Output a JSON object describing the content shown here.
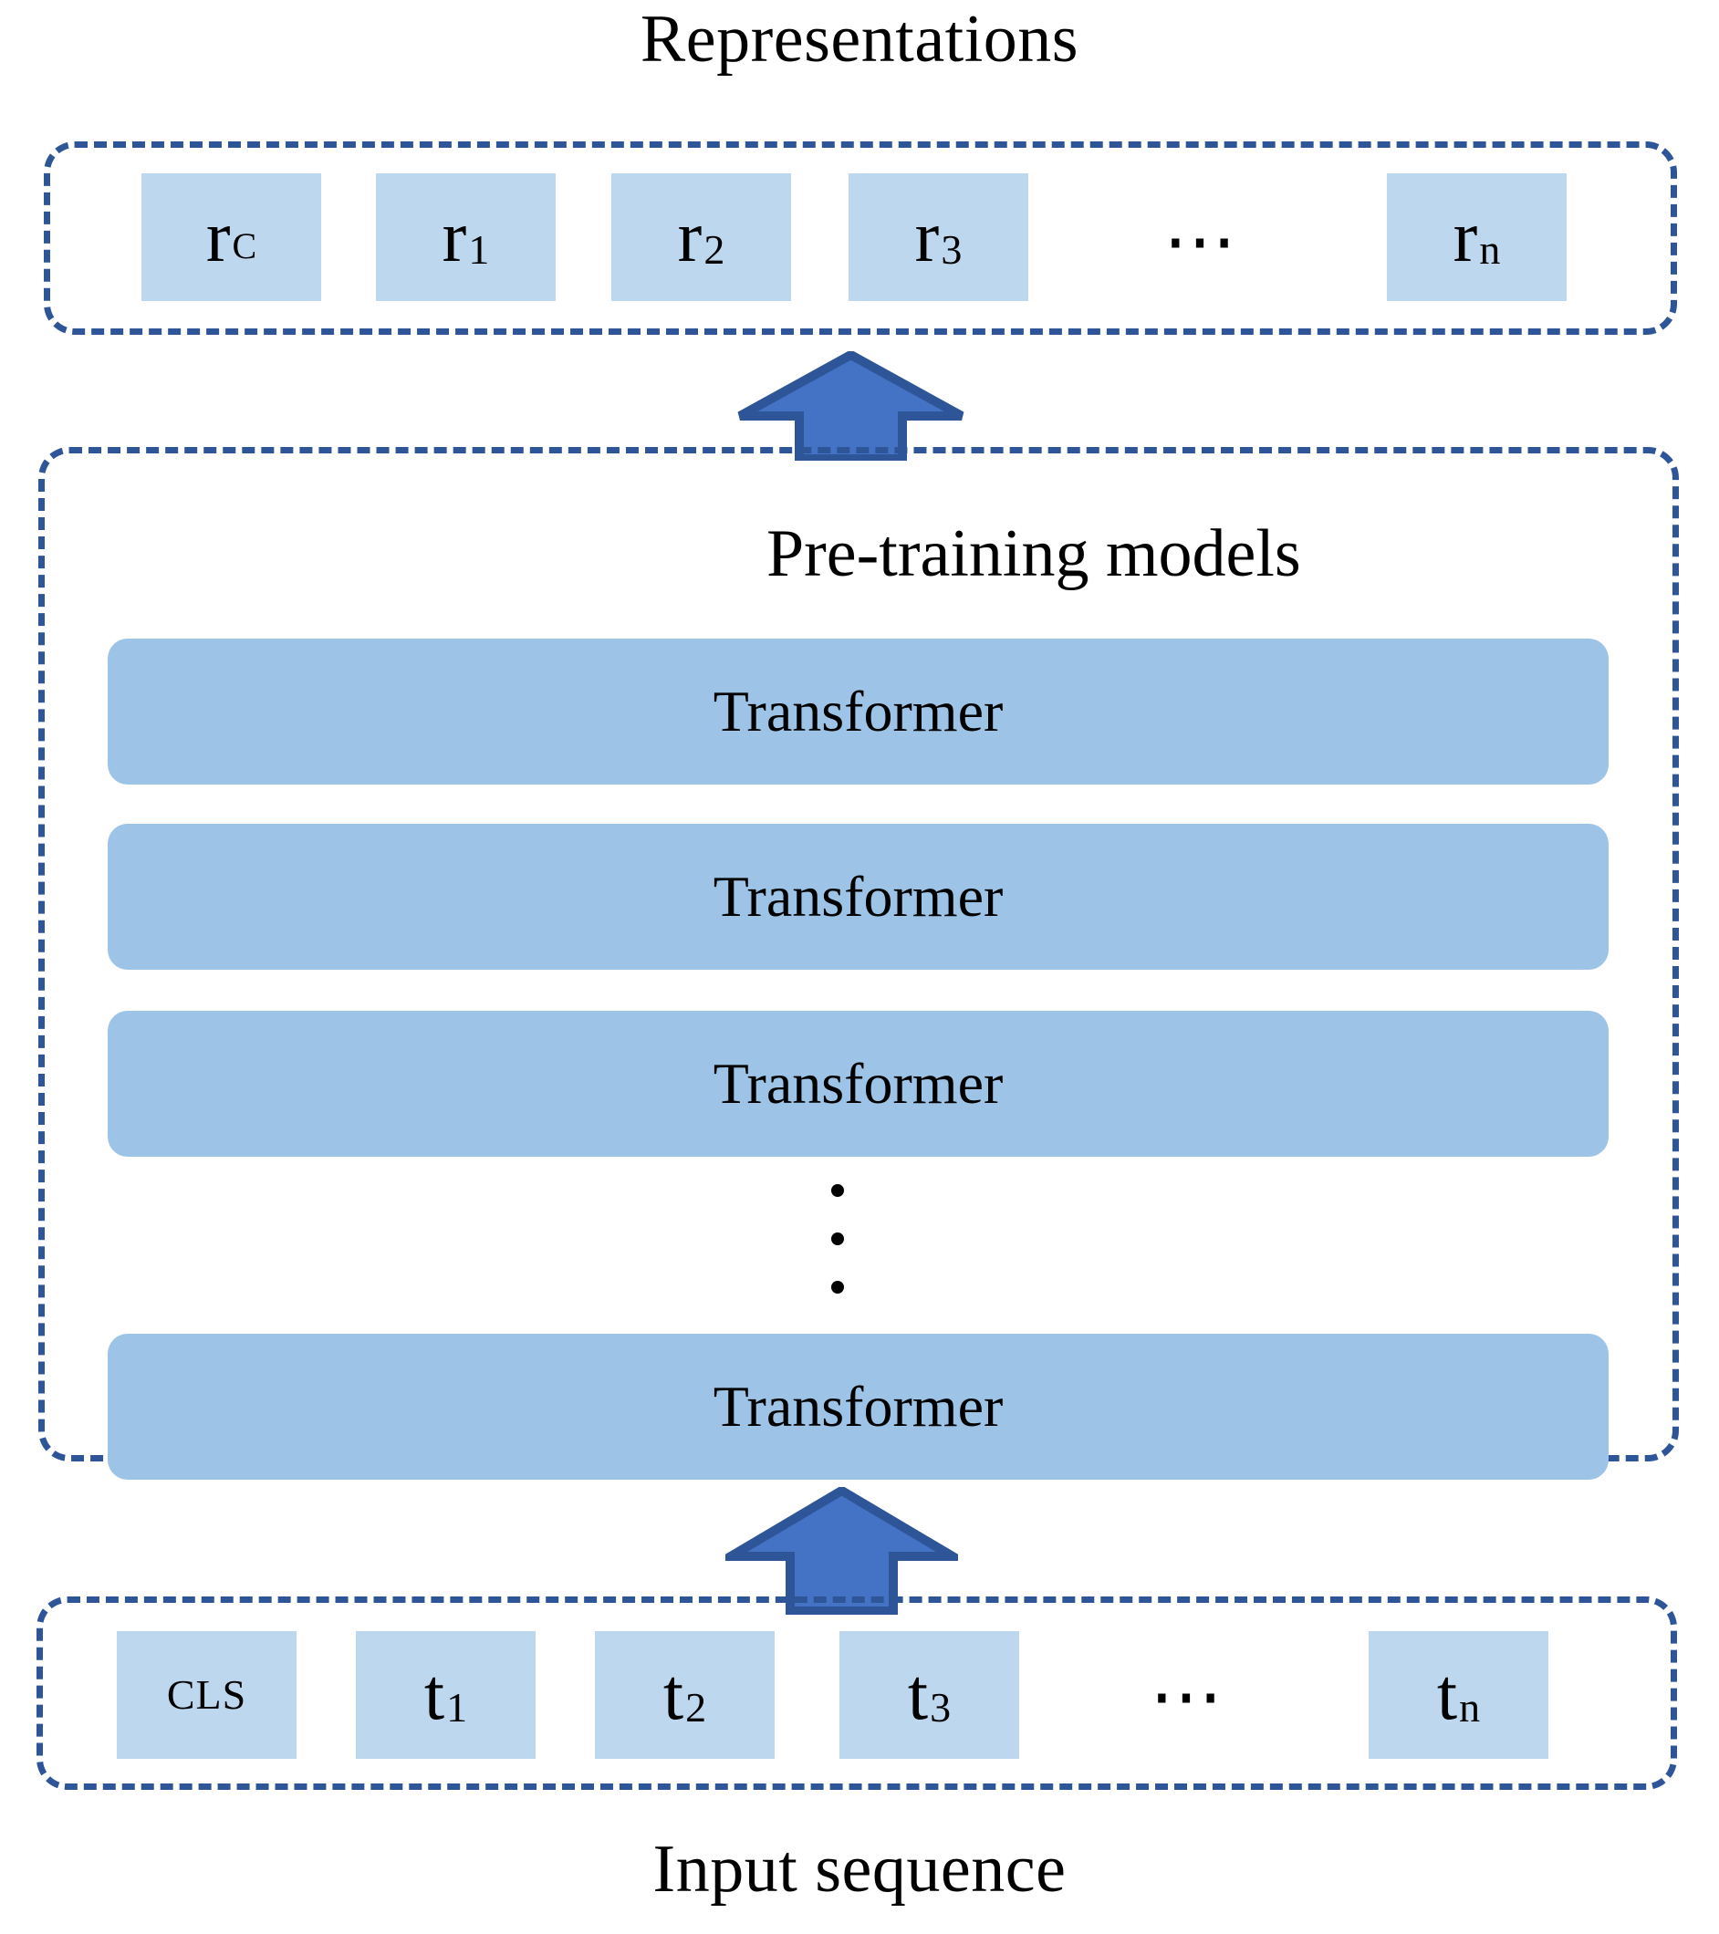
{
  "diagram": {
    "title": "Representations",
    "bottom_caption": "Input sequence",
    "pretraining_label": "Pre-training models",
    "colors": {
      "token_fill": "#BDD7EE",
      "transformer_fill": "#9DC3E6",
      "dashed_border": "#2E5597",
      "arrow_fill": "#4472C4",
      "arrow_stroke": "#2E5597",
      "text": "#000000",
      "background": "#FFFFFF"
    },
    "representations": {
      "tokens": [
        {
          "base": "r",
          "sub": "C",
          "style": "smallcap-sub"
        },
        {
          "base": "r",
          "sub": "1",
          "style": "numeric-sub"
        },
        {
          "base": "r",
          "sub": "2",
          "style": "numeric-sub"
        },
        {
          "base": "r",
          "sub": "3",
          "style": "numeric-sub"
        },
        {
          "base": "r",
          "sub": "n",
          "style": "letter-sub"
        }
      ],
      "ellipsis": "⋯"
    },
    "pretraining": {
      "layers": [
        {
          "label": "Transformer"
        },
        {
          "label": "Transformer"
        },
        {
          "label": "Transformer"
        },
        {
          "label": "Transformer"
        }
      ],
      "vertical_ellipsis_dots": 3
    },
    "input_sequence": {
      "tokens": [
        {
          "base": "CLS",
          "sub": "",
          "style": "smallcaps"
        },
        {
          "base": "t",
          "sub": "1",
          "style": "numeric-sub"
        },
        {
          "base": "t",
          "sub": "2",
          "style": "numeric-sub"
        },
        {
          "base": "t",
          "sub": "3",
          "style": "numeric-sub"
        },
        {
          "base": "t",
          "sub": "n",
          "style": "letter-sub"
        }
      ],
      "ellipsis": "⋯"
    },
    "arrows": [
      {
        "name": "arrow-to-representations",
        "direction": "up"
      },
      {
        "name": "arrow-to-pretraining",
        "direction": "up"
      }
    ]
  }
}
